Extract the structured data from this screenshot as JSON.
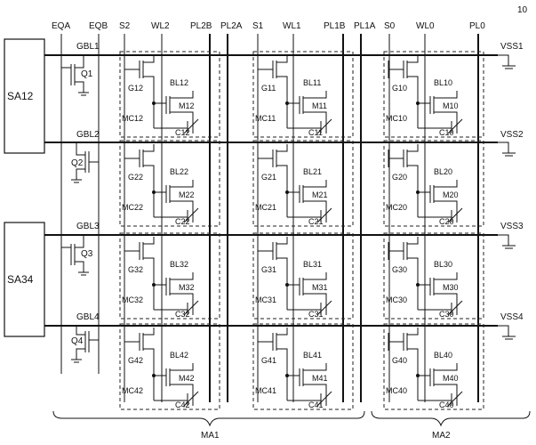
{
  "figure_number": "10",
  "top_labels": [
    "EQA",
    "EQB",
    "S2",
    "WL2",
    "PL2B",
    "PL2A",
    "S1",
    "WL1",
    "PL1B",
    "PL1A",
    "S0",
    "WL0",
    "PL0"
  ],
  "sense_amps": [
    "SA12",
    "SA34"
  ],
  "global_bitlines": [
    "GBL1",
    "GBL2",
    "GBL3",
    "GBL4"
  ],
  "vss_labels": [
    "VSS1",
    "VSS2",
    "VSS3",
    "VSS4"
  ],
  "q_transistors": [
    "Q1",
    "Q2",
    "Q3",
    "Q4"
  ],
  "array_labels": [
    "MA1",
    "MA2"
  ],
  "columns": [
    {
      "rows": [
        {
          "g": "G12",
          "bl": "BL12",
          "mc": "MC12",
          "m": "M12",
          "c": "C12"
        },
        {
          "g": "G22",
          "bl": "BL22",
          "mc": "MC22",
          "m": "M22",
          "c": "C22"
        },
        {
          "g": "G32",
          "bl": "BL32",
          "mc": "MC32",
          "m": "M32",
          "c": "C32"
        },
        {
          "g": "G42",
          "bl": "BL42",
          "mc": "MC42",
          "m": "M42",
          "c": "C42"
        }
      ]
    },
    {
      "rows": [
        {
          "g": "G11",
          "bl": "BL11",
          "mc": "MC11",
          "m": "M11",
          "c": "C11"
        },
        {
          "g": "G21",
          "bl": "BL21",
          "mc": "MC21",
          "m": "M21",
          "c": "C21"
        },
        {
          "g": "G31",
          "bl": "BL31",
          "mc": "MC31",
          "m": "M31",
          "c": "C31"
        },
        {
          "g": "G41",
          "bl": "BL41",
          "mc": "MC41",
          "m": "M41",
          "c": "C41"
        }
      ]
    },
    {
      "rows": [
        {
          "g": "G10",
          "bl": "BL10",
          "mc": "MC10",
          "m": "M10",
          "c": "C10"
        },
        {
          "g": "G20",
          "bl": "BL20",
          "mc": "MC20",
          "m": "M20",
          "c": "C20"
        },
        {
          "g": "G30",
          "bl": "BL30",
          "mc": "MC30",
          "m": "M30",
          "c": "C30"
        },
        {
          "g": "G40",
          "bl": "BL40",
          "mc": "MC40",
          "m": "M40",
          "c": "C40"
        }
      ]
    }
  ]
}
